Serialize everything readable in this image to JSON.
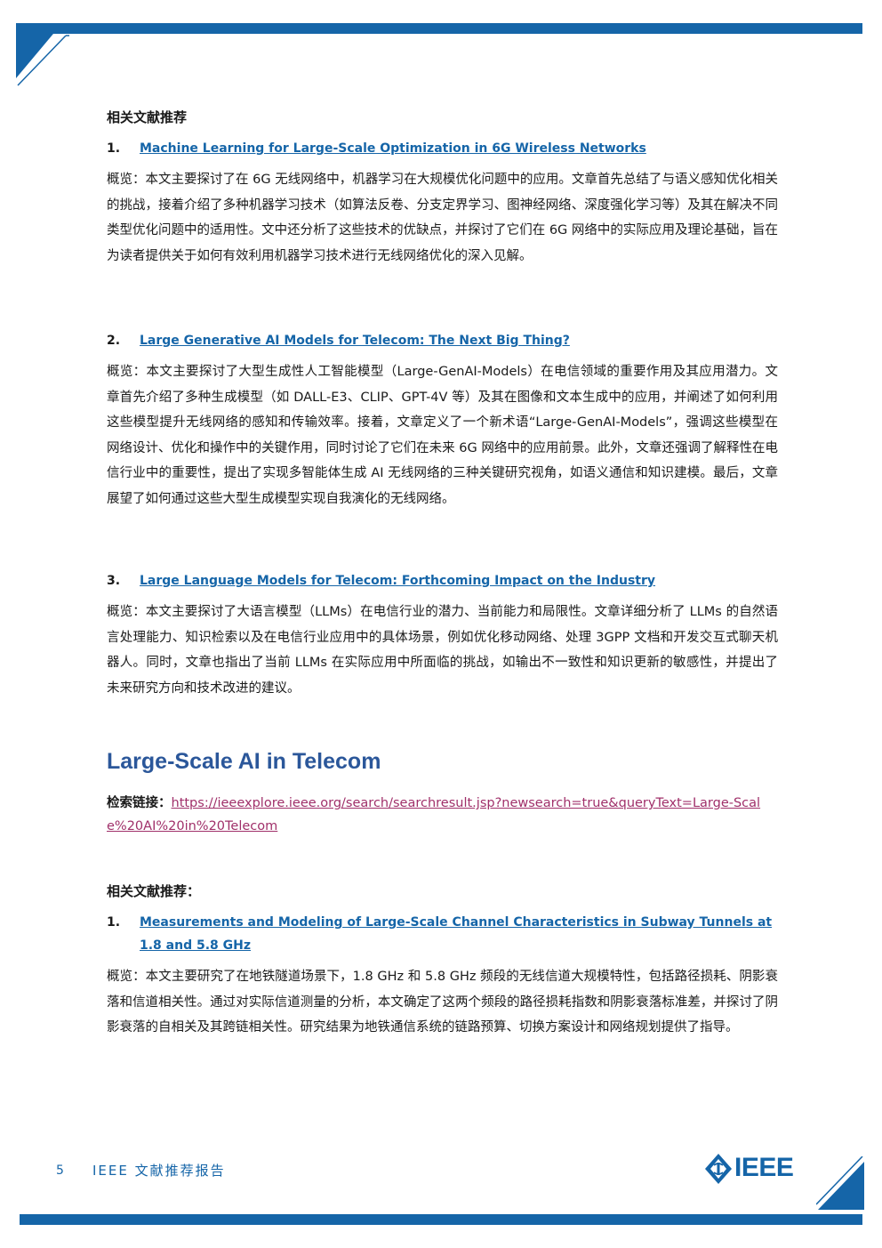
{
  "section1": {
    "heading": "相关文献推荐",
    "items": [
      {
        "num": "1.",
        "title": "Machine Learning for Large-Scale Optimization in 6G Wireless Networks",
        "summary": "概览：本文主要探讨了在 6G 无线网络中，机器学习在大规模优化问题中的应用。文章首先总结了与语义感知优化相关的挑战，接着介绍了多种机器学习技术（如算法反卷、分支定界学习、图神经网络、深度强化学习等）及其在解决不同类型优化问题中的适用性。文中还分析了这些技术的优缺点，并探讨了它们在 6G 网络中的实际应用及理论基础，旨在为读者提供关于如何有效利用机器学习技术进行无线网络优化的深入见解。"
      },
      {
        "num": "2.",
        "title": "Large Generative AI Models for Telecom: The Next Big Thing?",
        "summary": "概览：本文主要探讨了大型生成性人工智能模型（Large-GenAI-Models）在电信领域的重要作用及其应用潜力。文章首先介绍了多种生成模型（如 DALL-E3、CLIP、GPT-4V 等）及其在图像和文本生成中的应用，并阐述了如何利用这些模型提升无线网络的感知和传输效率。接着，文章定义了一个新术语“Large-GenAI-Models”，强调这些模型在网络设计、优化和操作中的关键作用，同时讨论了它们在未来 6G 网络中的应用前景。此外，文章还强调了解释性在电信行业中的重要性，提出了实现多智能体生成 AI 无线网络的三种关键研究视角，如语义通信和知识建模。最后，文章展望了如何通过这些大型生成模型实现自我演化的无线网络。"
      },
      {
        "num": "3.",
        "title": "Large Language Models for Telecom: Forthcoming Impact on the Industry",
        "summary": "概览：本文主要探讨了大语言模型（LLMs）在电信行业的潜力、当前能力和局限性。文章详细分析了 LLMs 的自然语言处理能力、知识检索以及在电信行业应用中的具体场景，例如优化移动网络、处理 3GPP 文档和开发交互式聊天机器人。同时，文章也指出了当前 LLMs 在实际应用中所面临的挑战，如输出不一致性和知识更新的敏感性，并提出了未来研究方向和技术改进的建议。"
      }
    ]
  },
  "section2": {
    "title": "Large-Scale AI in Telecom",
    "search_label": "检索链接：",
    "search_url": "https://ieeexplore.ieee.org/search/searchresult.jsp?newsearch=true&queryText=Large-Scale%20AI%20in%20Telecom",
    "related_heading": "相关文献推荐：",
    "items": [
      {
        "num": "1.",
        "title": "Measurements and Modeling of Large-Scale Channel Characteristics in Subway Tunnels at 1.8 and 5.8 GHz",
        "summary": "概览：本文主要研究了在地铁隧道场景下，1.8 GHz 和 5.8 GHz 频段的无线信道大规模特性，包括路径损耗、阴影衰落和信道相关性。通过对实际信道测量的分析，本文确定了这两个频段的路径损耗指数和阴影衰落标准差，并探讨了阴影衰落的自相关及其跨链相关性。研究结果为地铁通信系统的链路预算、切换方案设计和网络规划提供了指导。"
      }
    ]
  },
  "footer": {
    "page_number": "5",
    "title": "IEEE 文献推荐报告",
    "logo_text": "IEEE"
  },
  "colors": {
    "brand_blue": "#1565a8",
    "heading_blue": "#2b579a",
    "url_color": "#a0306a"
  }
}
